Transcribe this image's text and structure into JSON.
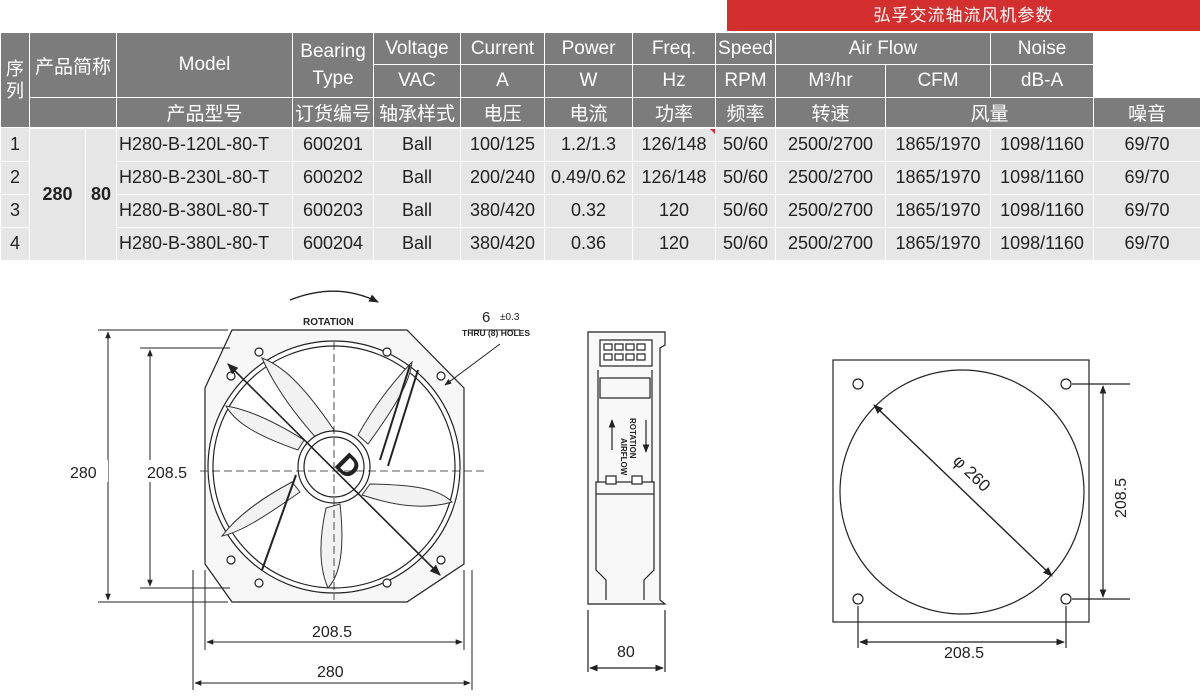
{
  "title": "弘孚交流轴流风机参数",
  "headers": {
    "seq": "序列",
    "size": "产品简称",
    "model": "Model",
    "bearing_line1": "Bearing",
    "bearing_line2": "Type",
    "voltage": "Voltage",
    "current": "Current",
    "power": "Power",
    "freq": "Freq.",
    "speed": "Speed",
    "airflow": "Air Flow",
    "noise": "Noise",
    "units": {
      "voltage": "VAC",
      "current": "A",
      "power": "W",
      "freq": "Hz",
      "speed": "RPM",
      "airflow_m3": "M³/hr",
      "airflow_cfm": "CFM",
      "noise": "dB-A"
    },
    "cn": {
      "model": "产品型号",
      "order_no": "订货编号",
      "bearing": "轴承样式",
      "voltage": "电压",
      "current": "电流",
      "power": "功率",
      "freq": "频率",
      "speed": "转速",
      "airflow": "风量",
      "noise": "噪音"
    }
  },
  "size_primary": "280",
  "size_secondary": "80",
  "rows": [
    {
      "seq": "1",
      "model": "H280-B-120L-80-T",
      "order": "600201",
      "bearing": "Ball",
      "voltage": "100/125",
      "current": "1.2/1.3",
      "power": "126/148",
      "freq": "50/60",
      "speed": "2500/2700",
      "m3hr": "1865/1970",
      "cfm": "1098/1160",
      "noise": "69/70"
    },
    {
      "seq": "2",
      "model": "H280-B-230L-80-T",
      "order": "600202",
      "bearing": "Ball",
      "voltage": "200/240",
      "current": "0.49/0.62",
      "power": "126/148",
      "freq": "50/60",
      "speed": "2500/2700",
      "m3hr": "1865/1970",
      "cfm": "1098/1160",
      "noise": "69/70"
    },
    {
      "seq": "3",
      "model": "H280-B-380L-80-T",
      "order": "600203",
      "bearing": "Ball",
      "voltage": "380/420",
      "current": "0.32",
      "power": "120",
      "freq": "50/60",
      "speed": "2500/2700",
      "m3hr": "1865/1970",
      "cfm": "1098/1160",
      "noise": "69/70"
    },
    {
      "seq": "4",
      "model": "H280-B-380L-80-T",
      "order": "600204",
      "bearing": "Ball",
      "voltage": "380/420",
      "current": "0.36",
      "power": "120",
      "freq": "50/60",
      "speed": "2500/2700",
      "m3hr": "1865/1970",
      "cfm": "1098/1160",
      "noise": "69/70"
    }
  ],
  "drawing": {
    "rotation": "ROTATION",
    "hole_dia": "6",
    "hole_tol": "±0.3",
    "hole_note": "THRU (8) HOLES",
    "dim_280": "280",
    "dim_208": "208.5",
    "center_mark": "D",
    "airflow_label": "AIRFLOW",
    "side_rotation": "ROTATION",
    "depth": "80",
    "cutout_dia": "φ 260"
  },
  "colors": {
    "title_bg": "#d32f2f",
    "header_bg": "#7c7c7c",
    "row_bg": "#e6e6e6"
  }
}
